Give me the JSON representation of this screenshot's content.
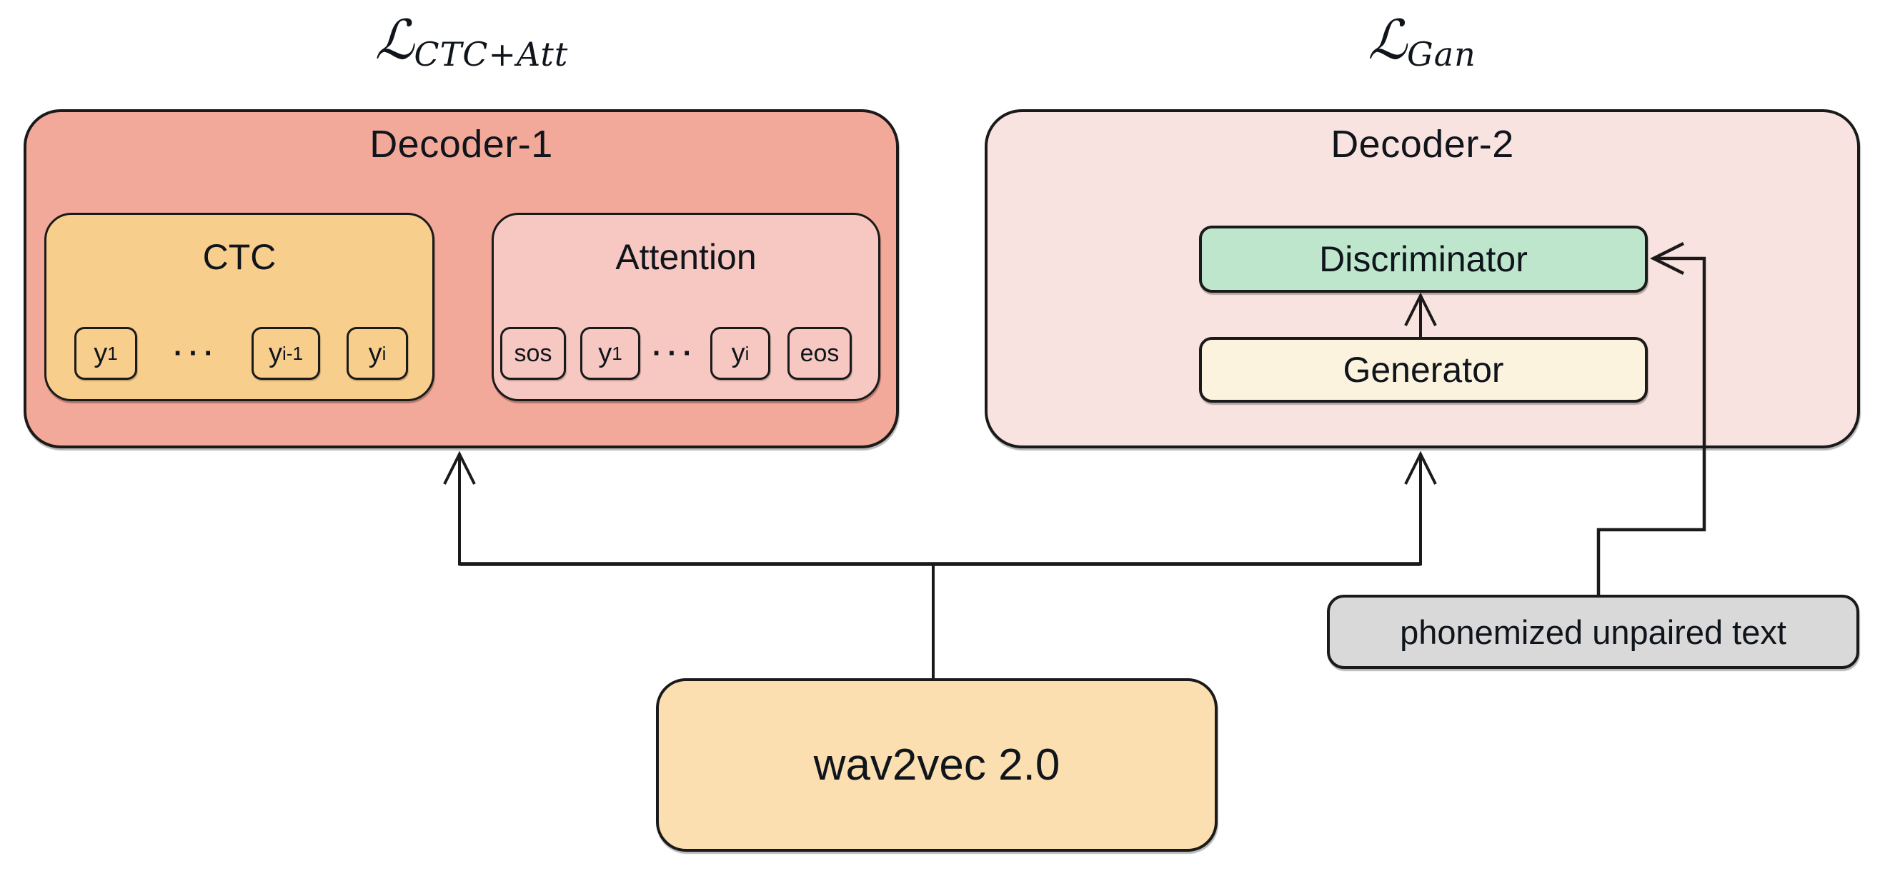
{
  "colors": {
    "decoder1_fill": "#F3A99A",
    "ctc_fill": "#F8CE8D",
    "attention_fill": "#F6C8C1",
    "decoder2_fill": "#F9E3E0",
    "discriminator_fill": "#BEE6CD",
    "generator_fill": "#FCF3DE",
    "wav2vec_fill": "#FBDFB0",
    "unpaired_text_fill": "#D9D9D9",
    "border": "#1A1A1A",
    "text": "#10151C"
  },
  "losses": {
    "ctc_att": {
      "symbol": "ℒ",
      "subscript": "CTC+Att"
    },
    "gan": {
      "symbol": "ℒ",
      "subscript": "Gan"
    }
  },
  "decoder1": {
    "title": "Decoder-1",
    "ctc": {
      "title": "CTC",
      "ellipsis": "···",
      "tokens": [
        {
          "base": "y",
          "sub": "1"
        },
        {
          "base": "y",
          "sub": "i-1"
        },
        {
          "base": "y",
          "sub": "i"
        }
      ]
    },
    "attention": {
      "title": "Attention",
      "ellipsis": "···",
      "tokens": [
        {
          "base": "sos",
          "sub": ""
        },
        {
          "base": "y",
          "sub": "1"
        },
        {
          "base": "y",
          "sub": "i"
        },
        {
          "base": "eos",
          "sub": ""
        }
      ]
    }
  },
  "decoder2": {
    "title": "Decoder-2",
    "discriminator_label": "Discriminator",
    "generator_label": "Generator"
  },
  "wav2vec": {
    "label": "wav2vec 2.0"
  },
  "unpaired_text": {
    "label": "phonemized unpaired text"
  }
}
